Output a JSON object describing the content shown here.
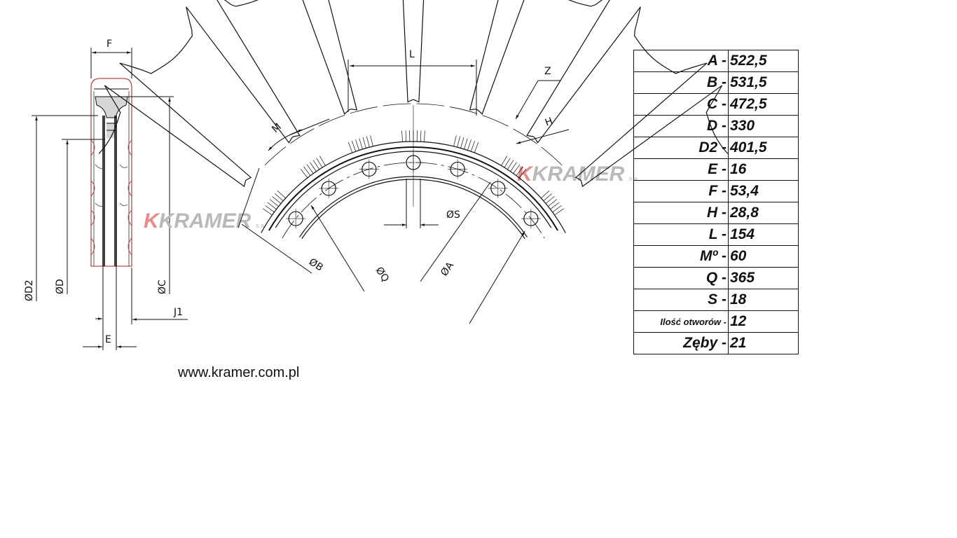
{
  "watermark": {
    "brand": "KRAMER",
    "suffix": "s.a."
  },
  "section_view": {
    "labels": {
      "F": "F",
      "D2": "ØD2",
      "D": "ØD",
      "C": "ØC",
      "J1": "J1",
      "E": "E"
    }
  },
  "sprocket_view": {
    "labels": {
      "L": "L",
      "Z": "Z",
      "M": "M",
      "H": "H",
      "S": "ØS",
      "B": "ØB",
      "Q": "ØQ",
      "A": "ØA"
    },
    "teeth": 21,
    "holes_shown": 7
  },
  "spec_table": [
    {
      "key": "A -",
      "value": "522,5"
    },
    {
      "key": "B -",
      "value": "531,5"
    },
    {
      "key": "C -",
      "value": "472,5"
    },
    {
      "key": "D -",
      "value": "330"
    },
    {
      "key": "D2 -",
      "value": "401,5"
    },
    {
      "key": "E -",
      "value": "16"
    },
    {
      "key": "F -",
      "value": "53,4"
    },
    {
      "key": "H -",
      "value": "28,8"
    },
    {
      "key": "L -",
      "value": "154"
    },
    {
      "key": "Mº -",
      "value": "60"
    },
    {
      "key": "Q -",
      "value": "365"
    },
    {
      "key": "S -",
      "value": "18"
    },
    {
      "key": "Ilość otworów -",
      "value": "12"
    },
    {
      "key": "Zęby -",
      "value": "21"
    }
  ],
  "website": "www.kramer.com.pl",
  "colors": {
    "line": "#111111",
    "outline_red": "#b54a4a",
    "fill_grey": "#d6d6d6",
    "wm_red": "#e88b8b",
    "wm_grey": "#b9b9b9"
  }
}
